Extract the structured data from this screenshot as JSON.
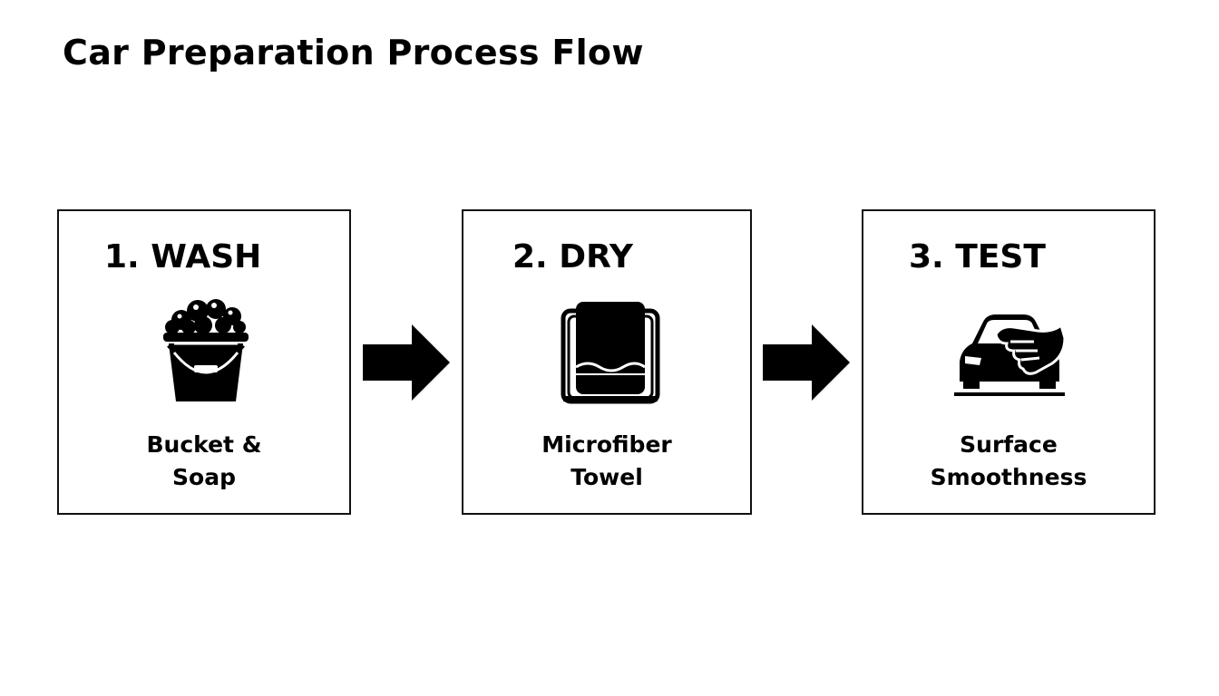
{
  "diagram": {
    "title": "Car Preparation Process Flow",
    "steps": [
      {
        "title": "1. WASH",
        "icon": "bucket-soap-icon",
        "caption_line1": "Bucket &",
        "caption_line2": "Soap"
      },
      {
        "title": "2. DRY",
        "icon": "towel-icon",
        "caption_line1": "Microfiber",
        "caption_line2": "Towel"
      },
      {
        "title": "3. TEST",
        "icon": "car-hand-icon",
        "caption_line1": "Surface",
        "caption_line2": "Smoothness"
      }
    ],
    "colors": {
      "foreground": "#000000",
      "background": "#ffffff"
    }
  }
}
